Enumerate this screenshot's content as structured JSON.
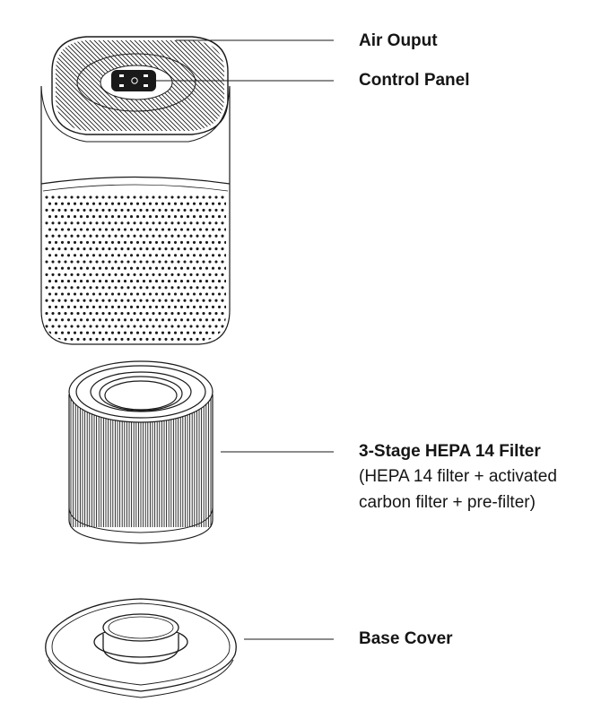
{
  "labels": {
    "air_output": "Air Ouput",
    "control_panel": "Control Panel",
    "filter_title": "3-Stage HEPA 14 Filter",
    "filter_desc_line1": "(HEPA 14 filter + activated",
    "filter_desc_line2": "carbon filter + pre-filter)",
    "base_cover": "Base Cover"
  },
  "colors": {
    "line": "#1a1a1a",
    "background": "#ffffff",
    "text": "#151515"
  }
}
